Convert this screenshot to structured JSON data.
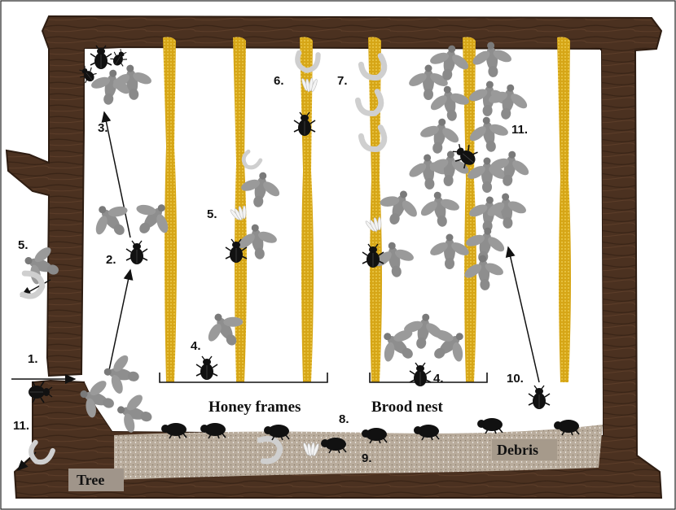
{
  "diagram": {
    "captions": {
      "honey_frames": "Honey frames",
      "brood_nest": "Brood nest",
      "debris": "Debris",
      "tree": "Tree"
    },
    "step_labels": [
      "1.",
      "2.",
      "3.",
      "4.",
      "4.",
      "5.",
      "5.",
      "6.",
      "7.",
      "8.",
      "9.",
      "10.",
      "11.",
      "11."
    ]
  },
  "colors": {
    "wood": "#4a3020",
    "comb": "#d4a416",
    "bee": "#8c8c8c",
    "beetle": "#111111",
    "larva": "#d0d0d0",
    "debris": "#b8ab9b"
  },
  "icons": [
    "bee-icon",
    "beetle-icon",
    "larva-icon",
    "egg-cluster-icon",
    "arrow-icon"
  ]
}
